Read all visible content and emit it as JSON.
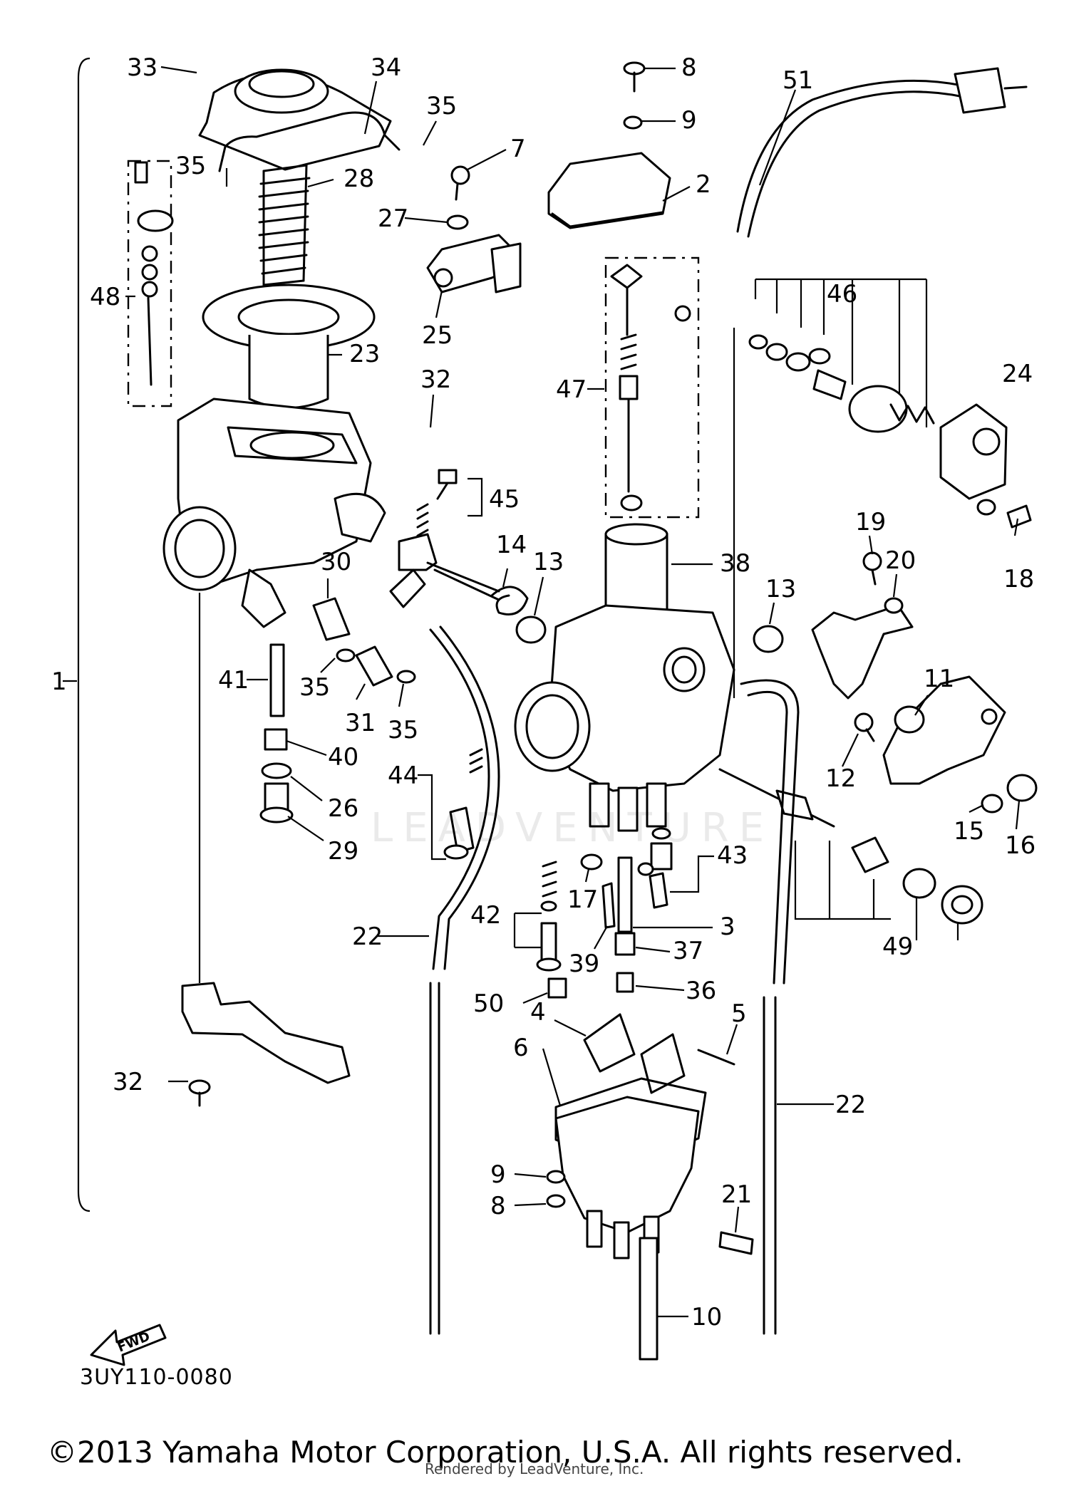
{
  "diagram": {
    "code": "3UY110-0080",
    "copyright": "©2013 Yamaha Motor Corporation, U.S.A. All rights reserved.",
    "rendered_by": "Rendered by LeadVenture, Inc.",
    "watermark": "LEADVENTURE",
    "fwd_label": "FWD"
  },
  "callouts": {
    "c33": "33",
    "c34": "34",
    "c35a": "35",
    "c35b": "35",
    "c28": "28",
    "c48": "48",
    "c23": "23",
    "c8a": "8",
    "c9a": "9",
    "c7": "7",
    "c2": "2",
    "c27": "27",
    "c25": "25",
    "c47": "47",
    "c51": "51",
    "c46": "46",
    "c24": "24",
    "c32a": "32",
    "c45": "45",
    "c14": "14",
    "c13a": "13",
    "c38": "38",
    "c30": "30",
    "c35c": "35",
    "c31": "31",
    "c35d": "35",
    "c41": "41",
    "c40": "40",
    "c26": "26",
    "c29": "29",
    "c1": "1",
    "c44": "44",
    "c19": "19",
    "c20": "20",
    "c18": "18",
    "c13b": "13",
    "c11": "11",
    "c12": "12",
    "c15": "15",
    "c16": "16",
    "c43": "43",
    "c17": "17",
    "c42": "42",
    "c3": "3",
    "c39": "39",
    "c37": "37",
    "c22a": "22",
    "c49": "49",
    "c50": "50",
    "c36": "36",
    "c4": "4",
    "c5": "5",
    "c6": "6",
    "c32b": "32",
    "c22b": "22",
    "c9b": "9",
    "c8b": "8",
    "c21": "21",
    "c10": "10"
  }
}
